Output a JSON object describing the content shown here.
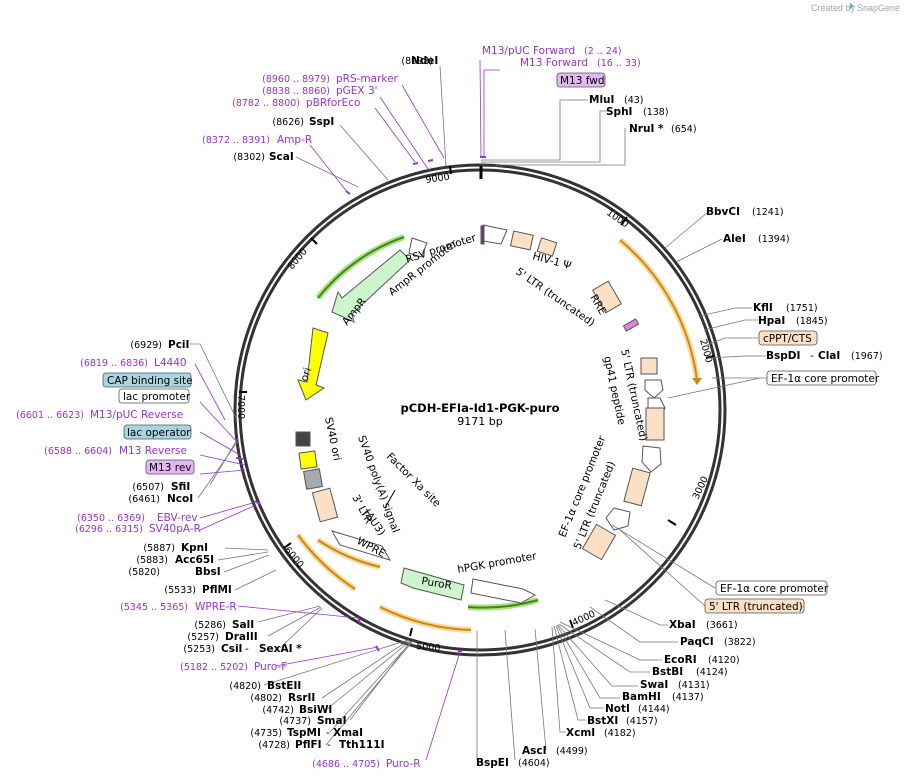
{
  "watermark": {
    "prefix": "Created by",
    "brand": "SnapGene"
  },
  "plasmid": {
    "name": "pCDH-EFIa-Id1-PGK-puro",
    "size": "9171 bp"
  },
  "ticks": [
    "1000",
    "2000",
    "3000",
    "4000",
    "5000",
    "6000",
    "7000",
    "8000",
    "9000"
  ],
  "sites_right": [
    {
      "name": "MluI",
      "pos": "(43)"
    },
    {
      "name": "SphI",
      "pos": "(138)"
    },
    {
      "name": "NruI *",
      "pos": "(654)"
    },
    {
      "name": "BbvCI",
      "pos": "(1241)"
    },
    {
      "name": "AleI",
      "pos": "(1394)"
    },
    {
      "name": "KflI",
      "pos": "(1751)"
    },
    {
      "name": "HpaI",
      "pos": "(1845)"
    },
    {
      "name": "BspDI",
      "name2": "ClaI",
      "pos": "(1967)"
    },
    {
      "name": "XbaI",
      "pos": "(3661)"
    },
    {
      "name": "PaqCI",
      "pos": "(3822)"
    },
    {
      "name": "EcoRI",
      "pos": "(4120)"
    },
    {
      "name": "BstBI",
      "pos": "(4124)"
    },
    {
      "name": "SwaI",
      "pos": "(4131)"
    },
    {
      "name": "BamHI",
      "pos": "(4137)"
    },
    {
      "name": "NotI",
      "pos": "(4144)"
    },
    {
      "name": "BstXI",
      "pos": "(4157)"
    },
    {
      "name": "XcmI",
      "pos": "(4182)"
    },
    {
      "name": "AscI",
      "pos": "(4499)"
    },
    {
      "name": "BspEI",
      "pos": "(4604)"
    }
  ],
  "sites_left": [
    {
      "name": "NdeI",
      "pos": "(8993)"
    },
    {
      "name": "SspI",
      "pos": "(8626)"
    },
    {
      "name": "ScaI",
      "pos": "(8302)"
    },
    {
      "name": "PciI",
      "pos": "(6929)"
    },
    {
      "name": "SfiI",
      "pos": "(6507)"
    },
    {
      "name": "NcoI",
      "pos": "(6461)"
    },
    {
      "name": "KpnI",
      "pos": "(5887)"
    },
    {
      "name": "Acc65I",
      "pos": "(5883)"
    },
    {
      "name": "BbsI",
      "pos": "(5820)"
    },
    {
      "name": "PflMI",
      "pos": "(5533)"
    },
    {
      "name": "SalI",
      "pos": "(5286)"
    },
    {
      "name": "DraIII",
      "pos": "(5257)"
    },
    {
      "name": "CsiI",
      "name2": "SexAI *",
      "pos": "(5253)"
    },
    {
      "name": "BstEII",
      "pos": "(4820)"
    },
    {
      "name": "RsrII",
      "pos": "(4802)"
    },
    {
      "name": "BsiWI",
      "pos": "(4742)"
    },
    {
      "name": "SmaI",
      "pos": "(4737)"
    },
    {
      "name": "TspMI",
      "name2": "XmaI",
      "pos": "(4735)"
    },
    {
      "name": "PflFI",
      "name2": "Tth111I",
      "pos": "(4728)"
    }
  ],
  "primers": [
    {
      "name": "M13/pUC Forward",
      "range": "(2 .. 24)"
    },
    {
      "name": "M13 Forward",
      "range": "(16 .. 33)"
    },
    {
      "name": "pRS-marker",
      "range": "(8960 .. 8979)"
    },
    {
      "name": "pGEX 3'",
      "range": "(8838 .. 8860)"
    },
    {
      "name": "pBRforEco",
      "range": "(8782 .. 8800)"
    },
    {
      "name": "Amp-R",
      "range": "(8372 .. 8391)"
    },
    {
      "name": "L4440",
      "range": "(6819 .. 6836)"
    },
    {
      "name": "M13/pUC Reverse",
      "range": "(6601 .. 6623)"
    },
    {
      "name": "M13 Reverse",
      "range": "(6588 .. 6604)"
    },
    {
      "name": "EBV-rev",
      "range": "(6350 .. 6369)"
    },
    {
      "name": "SV40pA-R",
      "range": "(6296 .. 6315)"
    },
    {
      "name": "WPRE-R",
      "range": "(5345 .. 5365)"
    },
    {
      "name": "Puro-F",
      "range": "(5182 .. 5202)"
    },
    {
      "name": "Puro-R",
      "range": "(4686 .. 4705)"
    }
  ],
  "boxed_labels": [
    {
      "text": "M13 fwd",
      "color": "#e3b7f2"
    },
    {
      "text": "cPPT/CTS",
      "color": "#fbe0c6"
    },
    {
      "text": "EF-1α core promoter",
      "color": "#ffffff"
    },
    {
      "text": "EF-1α core promoter",
      "color": "#ffffff"
    },
    {
      "text": "5' LTR (truncated)",
      "color": "#fbe0c6"
    },
    {
      "text": "CAP binding site",
      "color": "#a8d5e2"
    },
    {
      "text": "lac promoter",
      "color": "#ffffff"
    },
    {
      "text": "lac operator",
      "color": "#a8d5e2"
    },
    {
      "text": "M13 rev",
      "color": "#e3b7f2"
    }
  ],
  "feature_labels": [
    "RSV promoter",
    "AmpR promoter",
    "AmpR",
    "ori",
    "HIV-1 Ψ",
    "5' LTR (truncated)",
    "RRE",
    "5' LTR (truncated)",
    "gp41 peptide",
    "EF-1α core promoter",
    "5' LTR (truncated)",
    "SV40 poly(A) signal",
    "SV40 ori",
    "3' LTR",
    "(ΔU3)",
    "Factor Xa site",
    "WPRE",
    "hPGK promoter",
    "PuroR"
  ],
  "colors": {
    "ring": "#333333",
    "primer": "#9933cc",
    "promoter": "#ffffff",
    "ltr": "#fbe0c6",
    "ampr": "#ccf5cc",
    "ori": "#ffff00",
    "orange": "#d98f1f"
  }
}
